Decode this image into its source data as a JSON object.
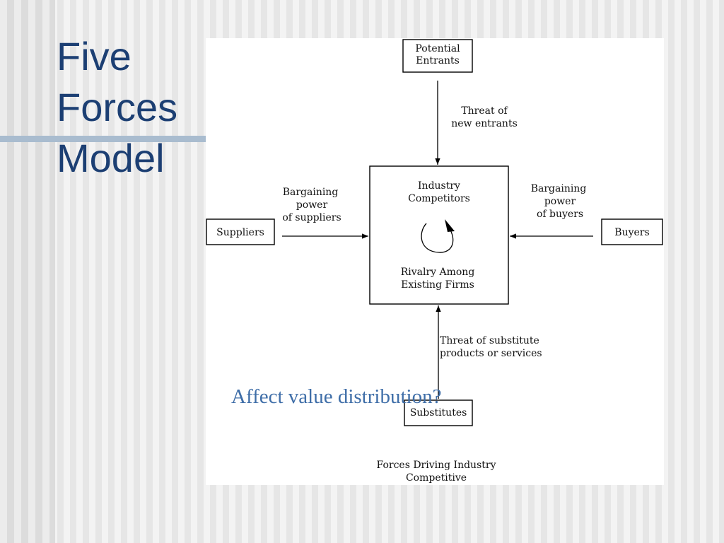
{
  "slide": {
    "title_lines": [
      "Five",
      "Forces",
      "Model"
    ],
    "question": "Affect value distribution?"
  },
  "diagram": {
    "potential_entrants": [
      "Potential",
      "Entrants"
    ],
    "threat_new_entrants": [
      "Threat of",
      "new entrants"
    ],
    "industry_competitors": [
      "Industry",
      "Competitors"
    ],
    "rivalry": [
      "Rivalry Among",
      "Existing Firms"
    ],
    "bargaining_suppliers": [
      "Bargaining",
      "power",
      "of suppliers"
    ],
    "suppliers": "Suppliers",
    "bargaining_buyers": [
      "Bargaining",
      "power",
      "of buyers"
    ],
    "buyers": "Buyers",
    "threat_substitutes": [
      "Threat of substitute",
      "products or services"
    ],
    "substitutes": "Substitutes",
    "caption": [
      "Forces Driving Industry",
      "Competitive"
    ]
  }
}
